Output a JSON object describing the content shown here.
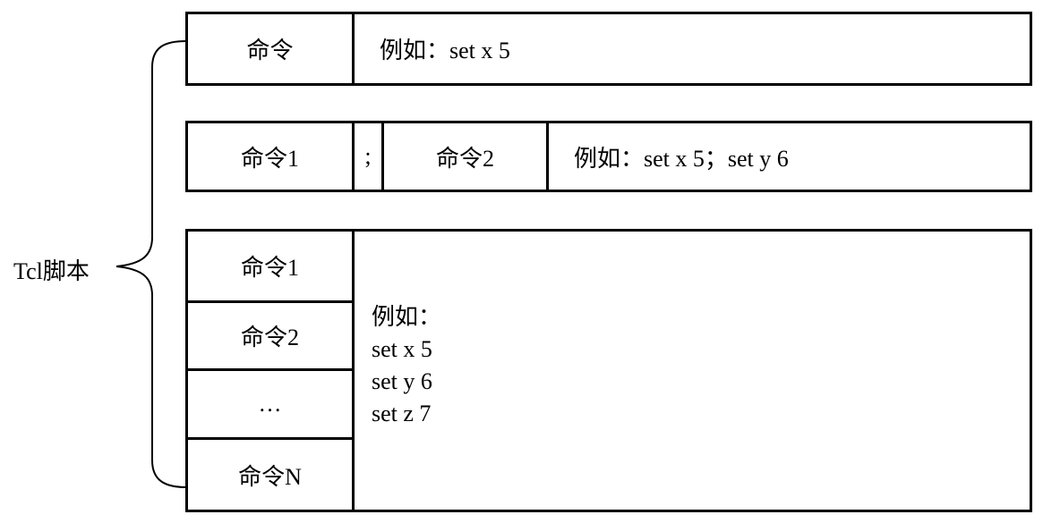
{
  "script_label": "Tcl脚本",
  "row1": {
    "cmd": "命令",
    "example": "例如：set x 5"
  },
  "row2": {
    "cmd1": "命令1",
    "sep": ";",
    "cmd2": "命令2",
    "example": "例如：set x 5；set y 6"
  },
  "row3": {
    "cmds": [
      "命令1",
      "命令2",
      "…",
      "命令N"
    ],
    "example_title": "例如：",
    "example_lines": [
      "set x 5",
      "set y 6",
      "set z 7"
    ]
  }
}
